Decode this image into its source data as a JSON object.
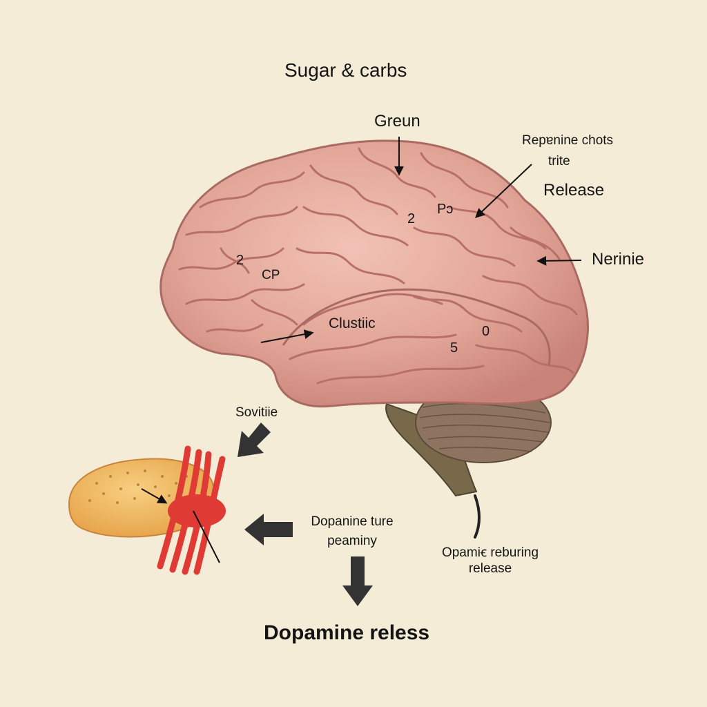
{
  "labels": {
    "top_title": "Sugar & carbs",
    "greun": "Greun",
    "repnine_line1": "Repɐnine chots",
    "repnine_line2": "trite",
    "release": "Release",
    "nerinie": "Nerinie",
    "num_2_left": "2",
    "cp": "CP",
    "num_2_center": "2",
    "p_label": "Pↄ",
    "clustiic": "Clustiic",
    "num_0": "0",
    "num_5": "5",
    "sovitiie": "Sovitiie",
    "dopamine_ture_line1": "Dopanine ture",
    "dopamine_ture_line2": "peaminy",
    "opamie_line1": "Opamiꞓ  reburing",
    "opamie_line2": "release",
    "bottom_title": "Dopamine reless"
  },
  "colors": {
    "background": "#f4ecd6",
    "brain": "#e3a699",
    "brain_fold": "#b86f68",
    "cerebellum": "#8e7460",
    "brainstem": "#77694a",
    "bread": "#f0b45a",
    "nerve": "#e03a35",
    "arrow": "#333333"
  }
}
